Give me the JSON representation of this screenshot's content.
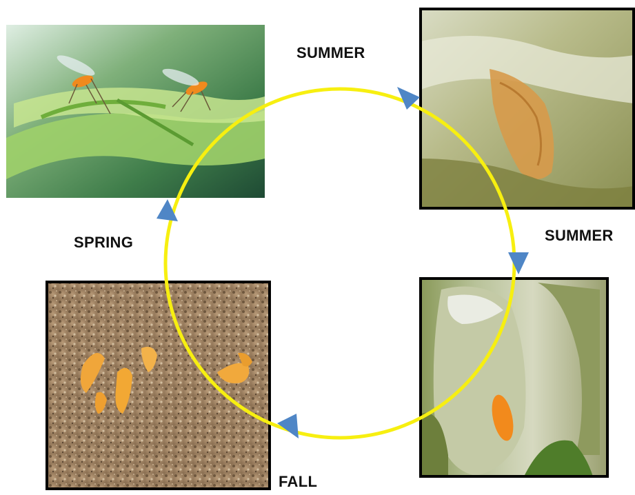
{
  "labels": {
    "summer_top": "SUMMER",
    "summer_right": "SUMMER",
    "spring": "SPRING",
    "fall": "FALL"
  },
  "stages": [
    {
      "name": "adult-midges-photo",
      "season": "SPRING"
    },
    {
      "name": "egg-photo",
      "season": "SUMMER"
    },
    {
      "name": "larva-on-kernel-photo",
      "season": "SUMMER"
    },
    {
      "name": "larvae-in-soil-photo",
      "season": "FALL"
    }
  ],
  "colors": {
    "cycle_circle": "#f7ef10",
    "arrow_fill": "#4f86c6",
    "label_text": "#111111",
    "frame": "#000000"
  }
}
